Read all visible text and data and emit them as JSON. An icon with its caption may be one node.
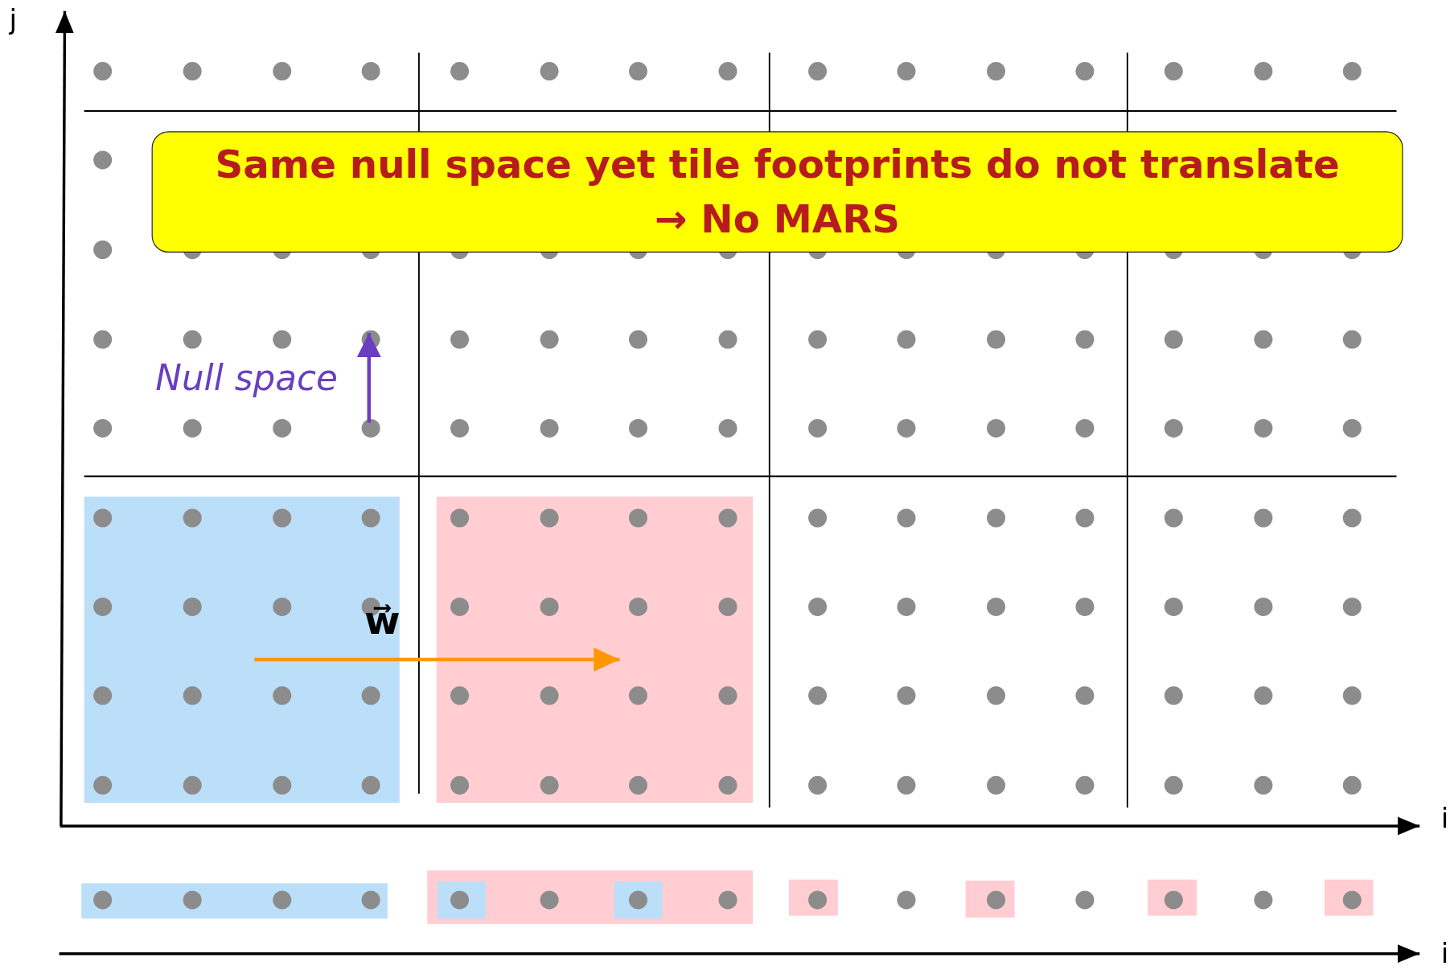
{
  "diagram": {
    "nodes": [
      {
        "text": [
          "Same null space yet tile footprints do not translate",
          "→ No MARS"
        ]
      }
    ],
    "labels": [
      "j",
      "Null space",
      "w⃗",
      "i",
      "i"
    ]
  }
}
